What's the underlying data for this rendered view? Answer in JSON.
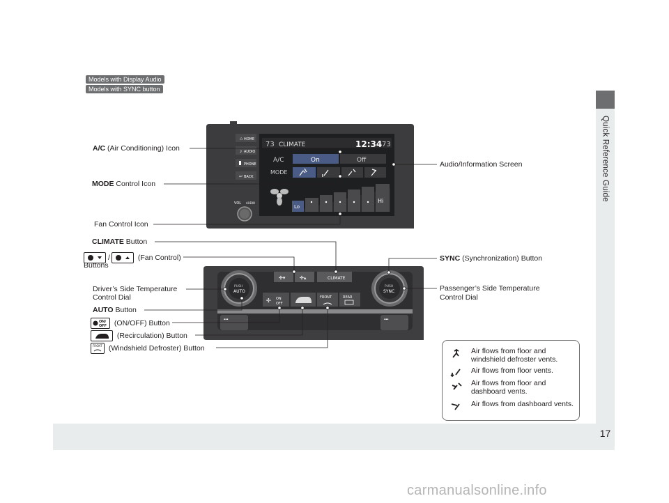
{
  "page": {
    "side_label": "Quick Reference Guide",
    "page_number": "17",
    "watermark": "carmanualsonline.info"
  },
  "badges": [
    "Models with Display Audio",
    "Models with SYNC button"
  ],
  "screen": {
    "home": "HOME",
    "audio": "AUDIO",
    "phone": "PHONE",
    "back": "BACK",
    "vol": "VOL",
    "vol_audio": "AUDIO",
    "temp_left": "73",
    "temp_right": "73",
    "title": "CLIMATE",
    "clock": "12:34",
    "ac_label": "A/C",
    "ac_on": "On",
    "ac_off": "Off",
    "mode_label": "MODE",
    "fan_lo": "Lo",
    "fan_hi": "Hi"
  },
  "panel": {
    "climate": "CLIMATE",
    "auto": "AUTO",
    "push_left": "PUSH",
    "push_right": "PUSH",
    "sync": "SYNC",
    "front": "FRONT",
    "rear": "REAR",
    "on_off": "ON/OFF",
    "on": "ON",
    "off": "OFF"
  },
  "callouts": {
    "ac_bold": "A/C",
    "ac_rest": " (Air Conditioning) Icon",
    "mode_bold": "MODE",
    "mode_rest": " Control Icon",
    "fan_control": "Fan Control Icon",
    "audio_screen": "Audio/Information Screen",
    "climate_bold": "CLIMATE",
    "climate_rest": " Button",
    "fan_buttons_rest": " (Fan Control)",
    "fan_buttons_line2": "Buttons",
    "sync_bold": "SYNC",
    "sync_rest": " (Synchronization) Button",
    "driver_line1": "Driver’s Side Temperature",
    "driver_line2": "Control Dial",
    "passenger_line1": "Passenger’s Side Temperature",
    "passenger_line2": "Control Dial",
    "auto_bold": "AUTO",
    "auto_rest": " Button",
    "onoff_rest": " (ON/OFF) Button",
    "recirc_rest": " (Recirculation) Button",
    "defrost_rest": " (Windshield Defroster) Button"
  },
  "legend": [
    {
      "icon": "floor-defrost-airflow-icon",
      "text": "Air flows from floor and windshield defroster vents."
    },
    {
      "icon": "floor-airflow-icon",
      "text": "Air flows from floor vents."
    },
    {
      "icon": "floor-dash-airflow-icon",
      "text": "Air flows from floor and dashboard vents."
    },
    {
      "icon": "dash-airflow-icon",
      "text": "Air flows from dashboard vents."
    }
  ],
  "colors": {
    "panel_bg": "#e8ecec",
    "tab_gray": "#6d6e70",
    "screen_bg": "#2b2b2b",
    "device_black": "#3a3a3a"
  }
}
